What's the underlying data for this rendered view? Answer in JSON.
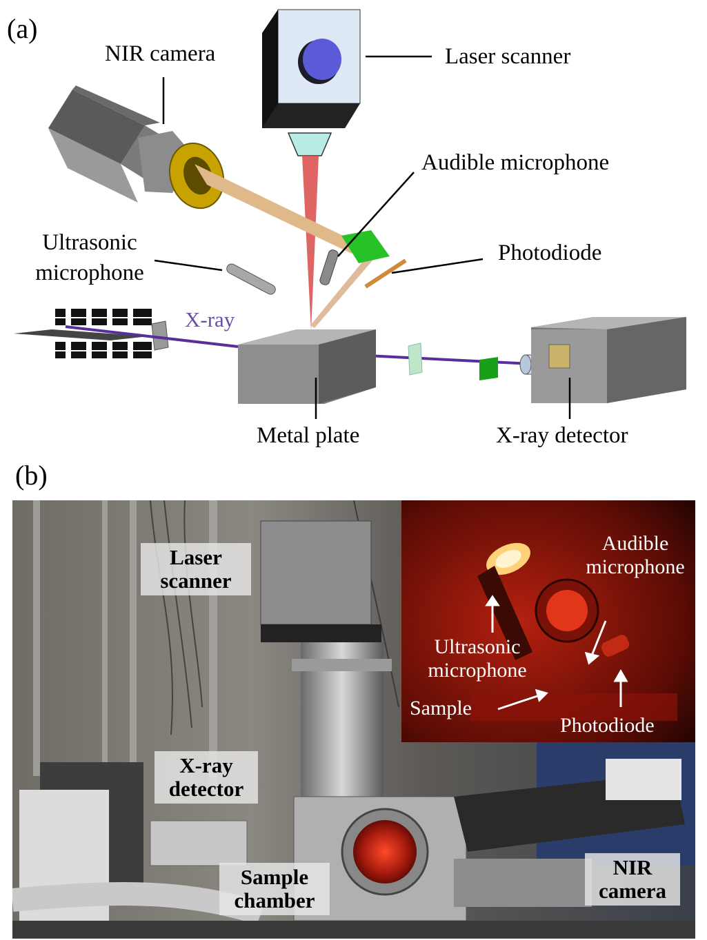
{
  "panel_a": {
    "letter": "(a)",
    "labels": {
      "nir_camera": "NIR camera",
      "laser_scanner": "Laser scanner",
      "audible_microphone": "Audible microphone",
      "ultrasonic_microphone_line1": "Ultrasonic",
      "ultrasonic_microphone_line2": "microphone",
      "photodiode": "Photodiode",
      "xray": "X-ray",
      "metal_plate": "Metal plate",
      "xray_detector": "X-ray detector"
    },
    "colors": {
      "laser_beam": "#d94a4a",
      "xray_beam": "#5a2d9c",
      "scanner_face": "#dce8f5",
      "scanner_lens": "#5c5cd6",
      "camera_body": "#8a8a8a",
      "camera_ring": "#c9a400",
      "nir_beam": "#e0b98a",
      "mirror": "#27c227",
      "photodiode": "#d08a3c"
    }
  },
  "panel_b": {
    "letter": "(b)",
    "labels": {
      "laser_scanner_line1": "Laser",
      "laser_scanner_line2": "scanner",
      "xray_detector_line1": "X-ray",
      "xray_detector_line2": "detector",
      "sample_chamber_line1": "Sample",
      "sample_chamber_line2": "chamber",
      "nir_camera_line1": "NIR",
      "nir_camera_line2": "camera"
    },
    "inset_labels": {
      "audible_line1": "Audible",
      "audible_line2": "microphone",
      "ultrasonic_line1": "Ultrasonic",
      "ultrasonic_line2": "microphone",
      "sample": "Sample",
      "photodiode": "Photodiode"
    }
  }
}
